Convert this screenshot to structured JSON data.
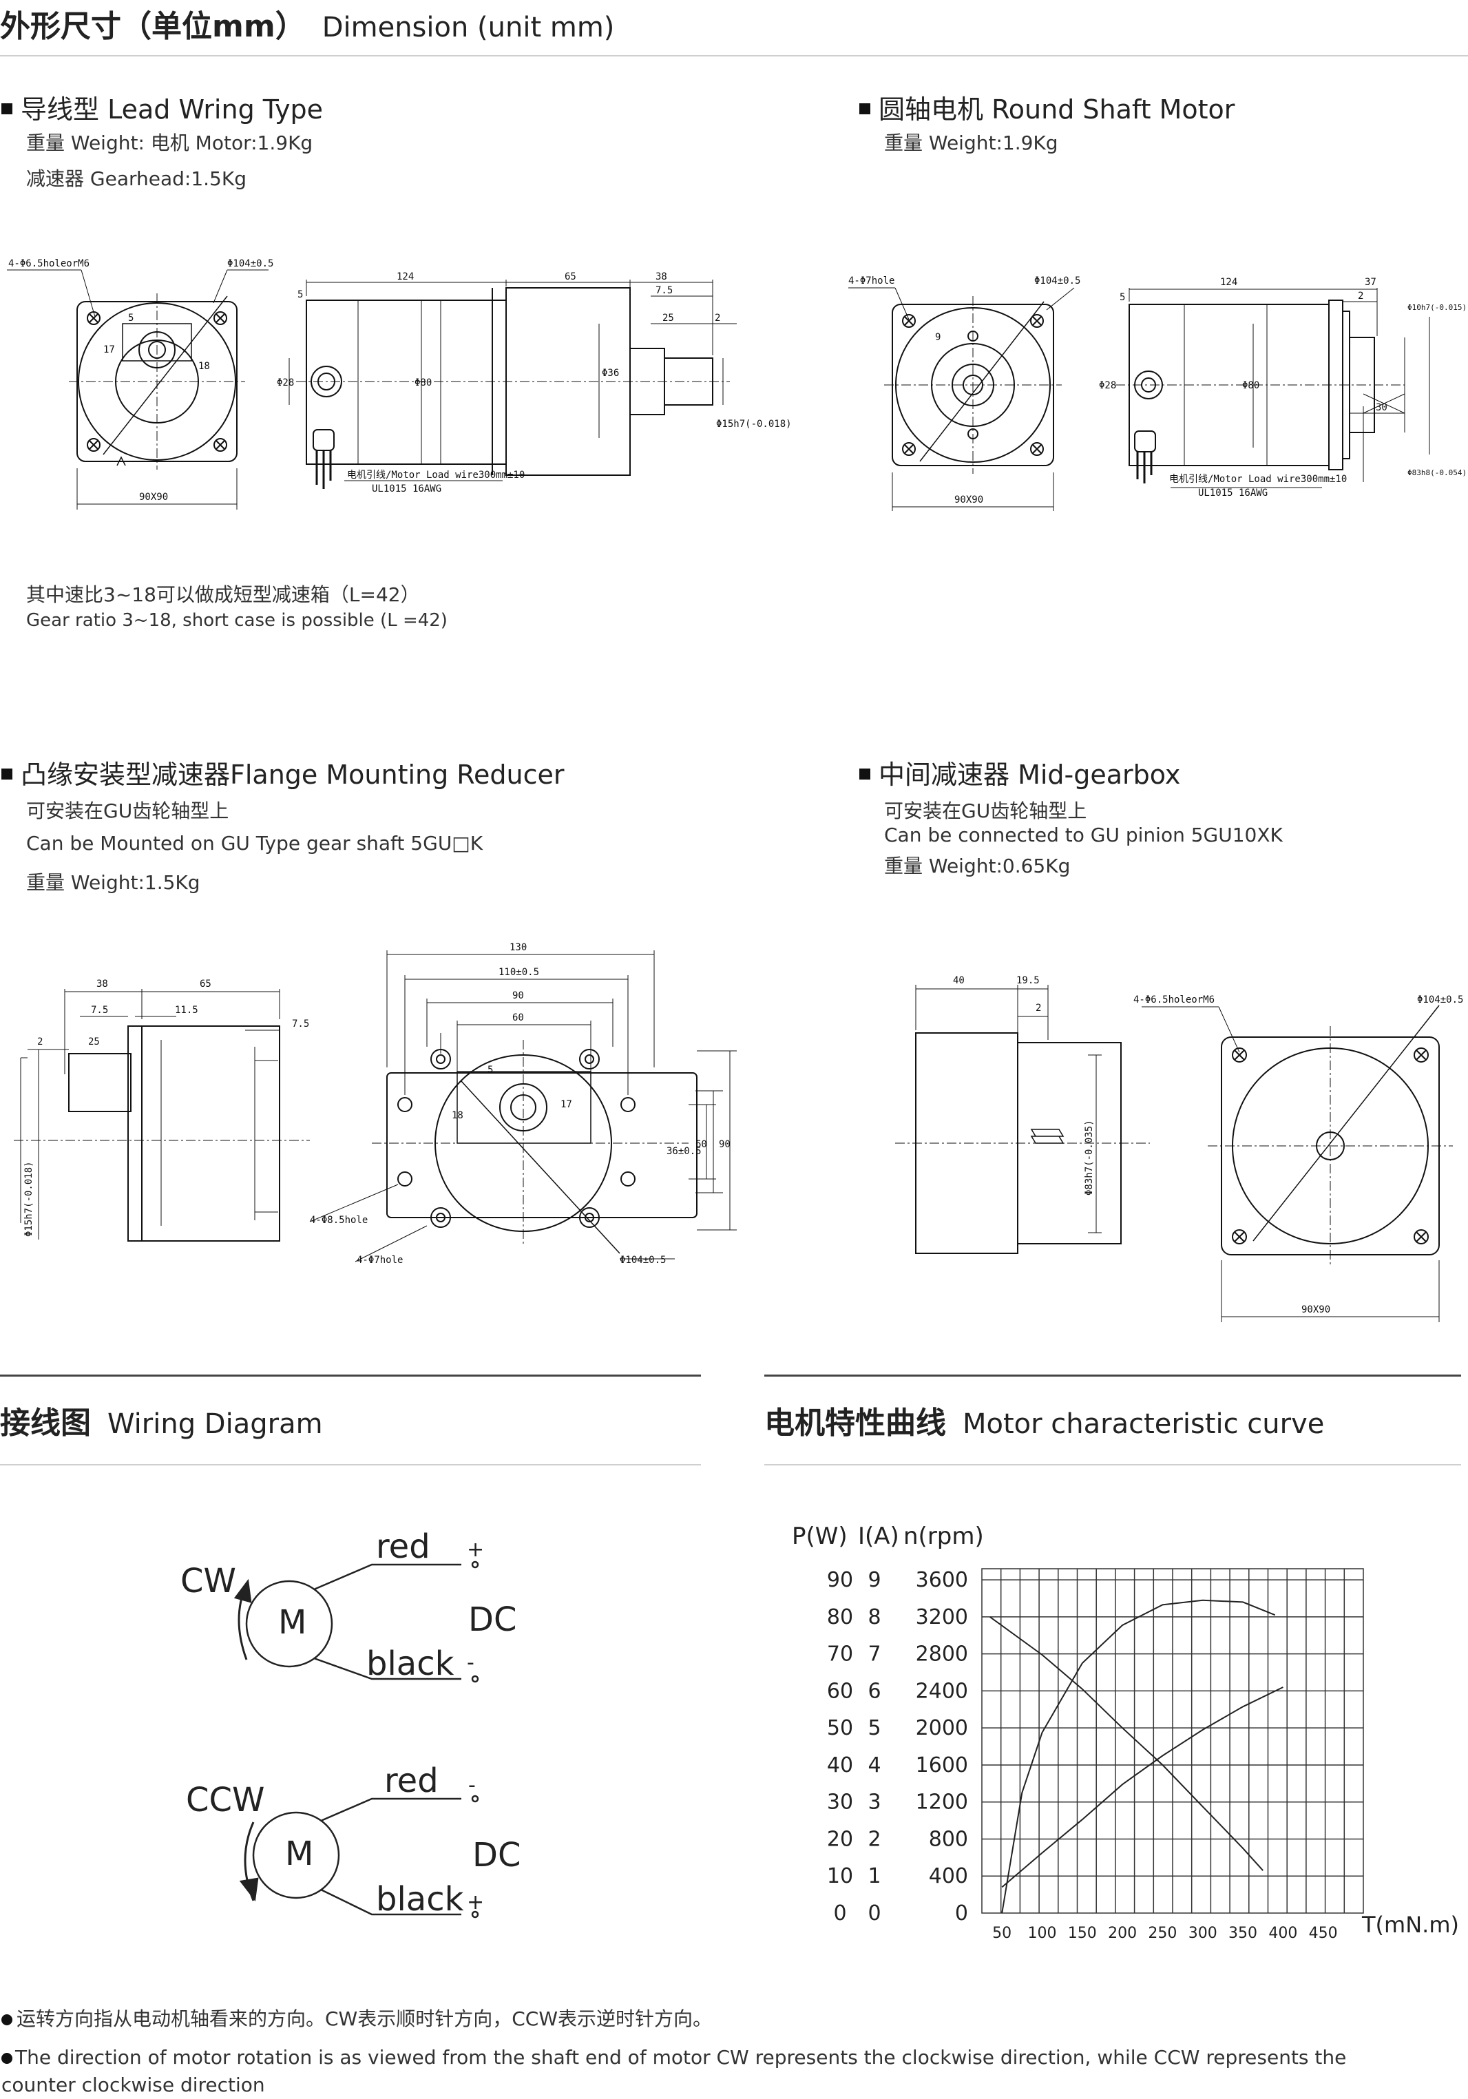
{
  "header": {
    "title_cn": "外形尺寸（单位mm）",
    "title_en": "Dimension (unit mm)"
  },
  "lead": {
    "title": "导线型 Lead Wring Type",
    "weight_line1": "重量 Weight:  电机 Motor:1.9Kg",
    "weight_line2": "减速器 Gearhead:1.5Kg",
    "note_cn": "其中速比3~18可以做成短型减速箱（L=42）",
    "note_en": "Gear ratio 3~18, short case is possible (L =42)",
    "labels": {
      "holes": "4-Φ6.5holeorM6",
      "dia": "Φ104±0.5",
      "d5": "5",
      "d17": "17",
      "d18": "18",
      "sq": "90X90",
      "d124": "124",
      "d65": "65",
      "d38": "38",
      "d75": "7.5",
      "d25": "25",
      "d2": "2",
      "d5b": "5",
      "d28": "Φ28",
      "d80": "Φ80",
      "d36": "Φ36",
      "shaft": "Φ15h7(-0.018)",
      "wire1": "电机引线/Motor Load wire300mm±10",
      "wire2": "UL1015 16AWG"
    }
  },
  "round": {
    "title": "圆轴电机 Round Shaft Motor",
    "weight": "重量 Weight:1.9Kg",
    "labels": {
      "holes": "4-Φ7hole",
      "dia": "Φ104±0.5",
      "d9": "9",
      "sq": "90X90",
      "d124": "124",
      "d37": "37",
      "d5": "5",
      "d2": "2",
      "d28": "Φ28",
      "d80": "Φ80",
      "d10": "Φ10h7(-0.015)",
      "d83": "Φ83h8(-0.054)",
      "d30": "30",
      "wire1": "电机引线/Motor Load wire300mm±10",
      "wire2": "UL1015 16AWG"
    }
  },
  "flange": {
    "title": "凸缘安装型减速器Flange Mounting Reducer",
    "line1": "可安装在GU齿轮轴型上",
    "line2": "Can be Mounted on GU Type gear shaft 5GU□K",
    "weight": "重量 Weight:1.5Kg",
    "labels": {
      "d38": "38",
      "d65": "65",
      "d75": "7.5",
      "d115": "11.5",
      "d75b": "7.5",
      "d2": "2",
      "d25": "25",
      "shaft": "Φ15h7(-0.018)",
      "d130": "130",
      "d110": "110±0.5",
      "d90": "90",
      "d60": "60",
      "d5": "5",
      "d18": "18",
      "d17": "17",
      "d36": "36±0.5",
      "d60v": "60",
      "d90v": "90",
      "h85": "4-Φ8.5hole",
      "h7": "4-Φ7hole",
      "dia": "Φ104±0.5"
    }
  },
  "mid": {
    "title": "中间减速器 Mid-gearbox",
    "line1": "可安装在GU齿轮轴型上",
    "line2": "Can be connected to GU pinion 5GU10XK",
    "weight": "重量 Weight:0.65Kg",
    "labels": {
      "d40": "40",
      "d195": "19.5",
      "d2": "2",
      "d83": "Φ83h7(-0.035)",
      "holes": "4-Φ6.5holeorM6",
      "dia": "Φ104±0.5",
      "sq": "90X90"
    }
  },
  "wiring": {
    "title_cn": "接线图",
    "title_en": "Wiring Diagram",
    "cw": "CW",
    "ccw": "CCW",
    "motor": "M",
    "red": "red",
    "black": "black",
    "dc": "DC",
    "plus": "+",
    "minus": "-"
  },
  "curve": {
    "title_cn": "电机特性曲线",
    "title_en": "Motor characteristic curve",
    "header_p": "P(W)",
    "header_i": "I(A)",
    "header_n": "n(rpm)",
    "xunit": "T(mN.m)"
  },
  "chart_data": {
    "type": "line",
    "title": "Motor characteristic curve",
    "xlabel": "T(mN.m)",
    "x_ticks": [
      50,
      100,
      150,
      200,
      250,
      300,
      350,
      400,
      450
    ],
    "y_axes": [
      {
        "label": "P(W)",
        "ticks": [
          90,
          80,
          70,
          60,
          50,
          40,
          30,
          20,
          10,
          0
        ]
      },
      {
        "label": "I(A)",
        "ticks": [
          9,
          8,
          7,
          6,
          5,
          4,
          3,
          2,
          1,
          0
        ]
      },
      {
        "label": "n(rpm)",
        "ticks": [
          3600,
          3200,
          2800,
          2400,
          2000,
          1600,
          1200,
          800,
          400,
          0
        ]
      }
    ],
    "grid": true,
    "xlim": [
      25,
      500
    ],
    "ylim_n": [
      0,
      3600
    ],
    "series": [
      {
        "x": [
          35,
          100,
          150,
          200,
          250,
          300,
          350,
          375
        ],
        "n": [
          3200,
          2790,
          2420,
          2000,
          1600,
          1150,
          700,
          460
        ]
      },
      {
        "x": [
          50,
          100,
          150,
          200,
          250,
          300,
          350,
          400
        ],
        "n": [
          280,
          650,
          1010,
          1390,
          1700,
          1980,
          2230,
          2440
        ]
      },
      {
        "x": [
          50,
          75,
          100,
          150,
          200,
          250,
          300,
          350,
          390
        ],
        "n": [
          0,
          1300,
          1950,
          2700,
          3110,
          3330,
          3380,
          3360,
          3220
        ]
      }
    ]
  },
  "footnotes": {
    "cn": "运转方向指从电动机轴看来的方向。CW表示顺时针方向，CCW表示逆时针方向。",
    "en": "The direction of motor rotation is as viewed from the shaft end of motor CW represents the clockwise direction, while CCW represents the counter clockwise direction"
  }
}
